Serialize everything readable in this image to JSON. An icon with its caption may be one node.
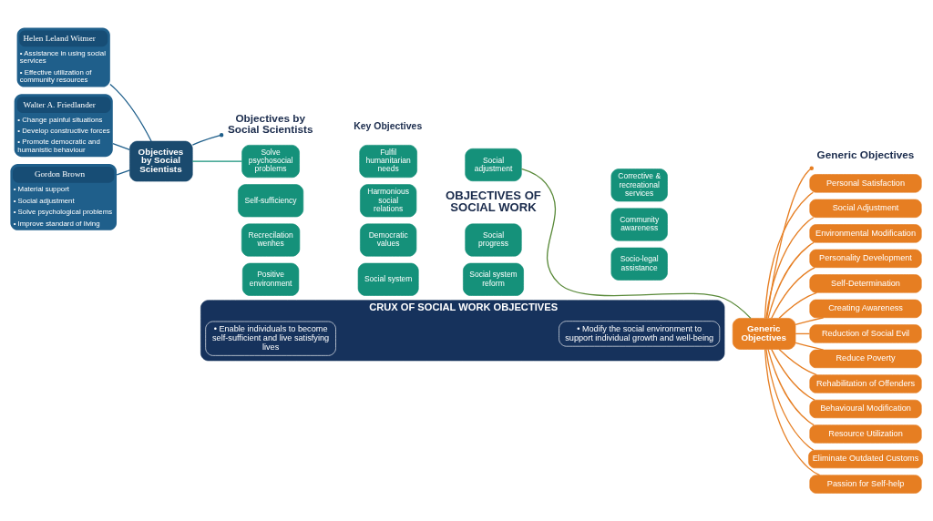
{
  "diagram": {
    "nodes": [
      {
        "text": [
          "Objectives by Social Scientists"
        ]
      },
      {
        "text": [
          "Helen Leland Witmer",
          "• Assistance in using social services",
          "• Effective utilization of community resources"
        ]
      },
      {
        "text": [
          "Walter A. Friedlander",
          "• Change painful situations",
          "• Develop constructive forces",
          "• Promote democratic and humanistic behaviour"
        ]
      },
      {
        "text": [
          "Gordon Brown",
          "• Material support",
          "• Social adjustment",
          "• Solve psychological problems",
          "• Improve standard of living"
        ]
      },
      {
        "text": [
          "Objectives by Social Scientists"
        ]
      },
      {
        "text": [
          "Solve psychosocial problems"
        ]
      },
      {
        "text": [
          "Fulfil humanitarian needs"
        ]
      },
      {
        "text": [
          "Social adjustment"
        ]
      },
      {
        "text": [
          "Self-sufficiency"
        ]
      },
      {
        "text": [
          "Harmonious social relations"
        ]
      },
      {
        "text": [
          "Corrective & recreational services"
        ]
      },
      {
        "text": [
          "Recrecilation wenhes"
        ]
      },
      {
        "text": [
          "Democratic values"
        ]
      },
      {
        "text": [
          "Social progress"
        ]
      },
      {
        "text": [
          "Community awareness"
        ]
      },
      {
        "text": [
          "Positive environment"
        ]
      },
      {
        "text": [
          "Social system"
        ]
      },
      {
        "text": [
          "Social system reform"
        ]
      },
      {
        "text": [
          "Socio-legal assistance"
        ]
      },
      {
        "text": [
          "Generic Objectives"
        ]
      },
      {
        "text": [
          "Generic Objectives"
        ]
      },
      {
        "text": [
          "Personal Satisfaction"
        ]
      },
      {
        "text": [
          "Social Adjustment"
        ]
      },
      {
        "text": [
          "Environmental Modification"
        ]
      },
      {
        "text": [
          "Personality Development"
        ]
      },
      {
        "text": [
          "Self-Determination"
        ]
      },
      {
        "text": [
          "Creating Awareness"
        ]
      },
      {
        "text": [
          "Reduction of Social Evil"
        ]
      },
      {
        "text": [
          "Reduce Poverty"
        ]
      },
      {
        "text": [
          "Rehabilitation of Offenders"
        ]
      },
      {
        "text": [
          "Behavioural Modification"
        ]
      },
      {
        "text": [
          "Resource Utilization"
        ]
      },
      {
        "text": [
          "Eliminate Outdated Customs"
        ]
      },
      {
        "text": [
          "Passion for Self-help"
        ]
      },
      {
        "text": [
          "CRUX OF SOCIAL WORK OBJECTIVES"
        ]
      },
      {
        "text": [
          "• Enable individuals to become self-sufficient and live satisfying lives"
        ],
        "in": 34
      },
      {
        "text": [
          "• Modify the social environment to support individual growth and well-being"
        ],
        "in": 34
      }
    ],
    "edges": [
      {
        "from": 4,
        "to": 0,
        "arrow": "other",
        "color": "#1f5f8b"
      },
      {
        "from": 1,
        "to": 4,
        "arrow": "none",
        "color": "#1f5f8b"
      },
      {
        "from": 2,
        "to": 4,
        "arrow": "none",
        "color": "#1f5f8b"
      },
      {
        "from": 3,
        "to": 4,
        "arrow": "none",
        "color": "#1f5f8b"
      },
      {
        "from": 4,
        "to": 5,
        "arrow": "none",
        "color": "#15917a"
      },
      {
        "from": 7,
        "to": 20,
        "arrow": "none",
        "color": "#5a8a3a"
      },
      {
        "from": 20,
        "to": 19,
        "arrow": "other"
      },
      {
        "from": 20,
        "to": 21,
        "arrow": "none"
      },
      {
        "from": 20,
        "to": 22,
        "arrow": "none"
      },
      {
        "from": 20,
        "to": 23,
        "arrow": "none"
      },
      {
        "from": 20,
        "to": 24,
        "arrow": "none"
      },
      {
        "from": 20,
        "to": 25,
        "arrow": "none"
      },
      {
        "from": 20,
        "to": 26,
        "arrow": "none"
      },
      {
        "from": 20,
        "to": 27,
        "arrow": "none"
      },
      {
        "from": 20,
        "to": 28,
        "arrow": "none"
      },
      {
        "from": 20,
        "to": 29,
        "arrow": "none"
      },
      {
        "from": 20,
        "to": 30,
        "arrow": "none"
      },
      {
        "from": 20,
        "to": 31,
        "arrow": "none"
      },
      {
        "from": 20,
        "to": 32,
        "arrow": "none"
      },
      {
        "from": 20,
        "to": 33,
        "arrow": "none"
      }
    ],
    "labels": [
      "Key Objectives",
      "OBJECTIVES OF SOCIAL WORK"
    ]
  }
}
